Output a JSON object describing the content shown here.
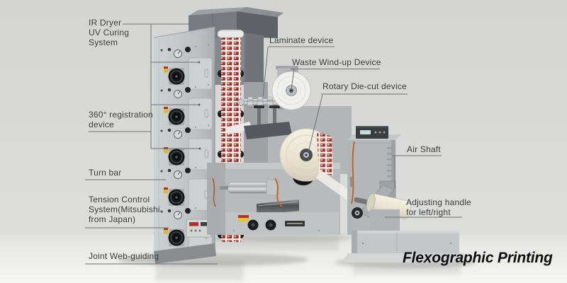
{
  "diagram": {
    "title": "Flexographic Printing",
    "labels": {
      "ir_dryer": "IR Dryer\nUV Curing\nSystem",
      "registration": "360° registration\ndevice",
      "turn_bar": "Turn bar",
      "tension_control": "Tension Control\nSystem(Mitsubishi\nfrom Japan)",
      "joint_web_guiding": "Joint Web-guiding",
      "laminate": "Laminate device",
      "waste_windup": "Waste Wind-up Device",
      "rotary_die_cut": "Rotary Die-cut device",
      "air_shaft": "Air Shaft",
      "adjusting_handle": "Adjusting handle\nfor left/right"
    },
    "colors": {
      "wall_background": "#d9d9d7",
      "floor": "#f4f4f2",
      "machine_body_gray": "#bfc2c3",
      "dryer_box_gray": "#6e7276",
      "web_label_red": "#a83a31",
      "die_cut_roll_ivory": "#e9e3d0",
      "cable_orange": "#c2662a",
      "warning_sticker_yellow": "#ddb92c",
      "label_text": "#3b3d3f",
      "leader_line": "#6f7173",
      "title_text": "#0d0d0f"
    }
  }
}
